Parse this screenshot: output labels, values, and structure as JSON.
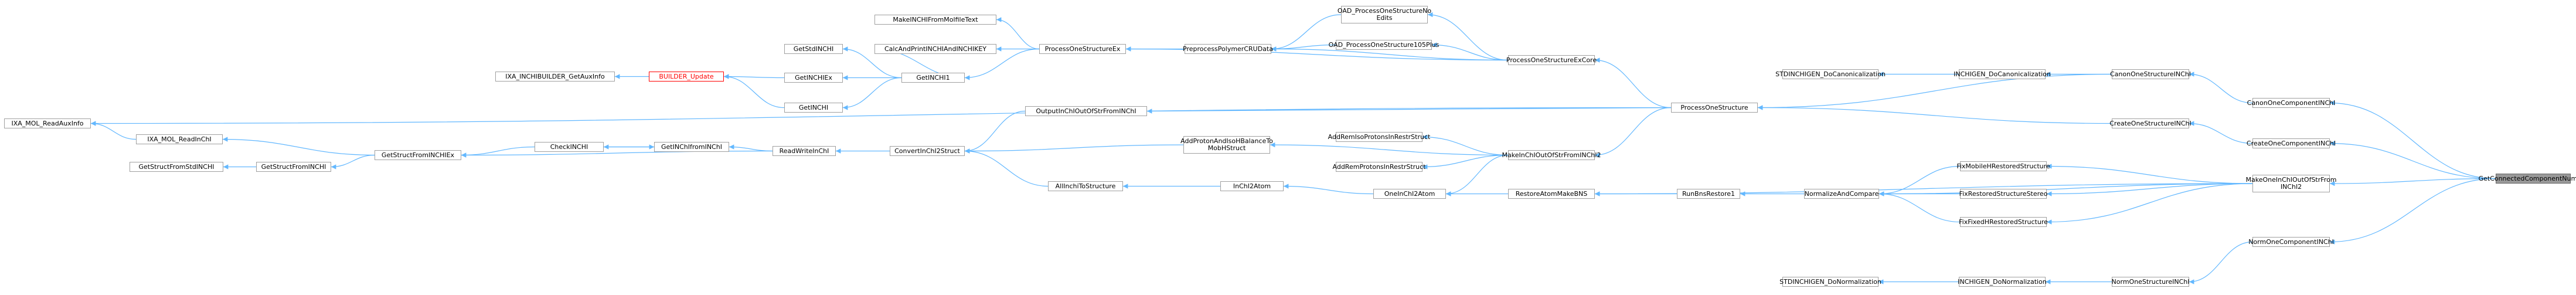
{
  "colors": {
    "edge": "#63b8ff",
    "node_border": "#a0a0a0",
    "highlight_border": "#ff0000",
    "root_fill": "#999999"
  },
  "nodes": [
    {
      "id": "getconnected",
      "label": "GetConnectedComponentNumber"
    },
    {
      "id": "canononecomponent",
      "label": "CanonOneComponentINChI"
    },
    {
      "id": "createonecomponent",
      "label": "CreateOneComponentINChI"
    },
    {
      "id": "makeoneinchicomponent",
      "label": "MakeOneInChIOutOfStrFrom\nINChI2"
    },
    {
      "id": "normonecomponent",
      "label": "NormOneComponentINChI"
    },
    {
      "id": "canononestructure",
      "label": "CanonOneStructureINChI"
    },
    {
      "id": "createonestructure",
      "label": "CreateOneStructureINChI"
    },
    {
      "id": "normonestructure",
      "label": "NormOneStructureINChI"
    },
    {
      "id": "inchigen_docanon",
      "label": "INCHIGEN_DoCanonicalization"
    },
    {
      "id": "inchigen_donorm",
      "label": "INCHIGEN_DoNormalization"
    },
    {
      "id": "stdinchigen_docanon",
      "label": "STDINCHIGEN_DoCanonicalization"
    },
    {
      "id": "stdinchigen_donorm",
      "label": "STDINCHIGEN_DoNormalization"
    },
    {
      "id": "processonestructure",
      "label": "ProcessOneStructure"
    },
    {
      "id": "processonestructureexcore",
      "label": "ProcessOneStructureExCore"
    },
    {
      "id": "fixmobile",
      "label": "FixMobileHRestoredStructure"
    },
    {
      "id": "fixrestored",
      "label": "FixRestoredStructureStereo"
    },
    {
      "id": "fixfixed",
      "label": "FixFixedHRestoredStructure"
    },
    {
      "id": "normalizeandcompare",
      "label": "NormalizeAndCompare"
    },
    {
      "id": "runbnsrestore",
      "label": "RunBnsRestore1"
    },
    {
      "id": "restoreatom",
      "label": "RestoreAtomMakeBNS"
    },
    {
      "id": "oneinchi2atom",
      "label": "OneInChI2Atom"
    },
    {
      "id": "inchi2atom",
      "label": "InChI2Atom"
    },
    {
      "id": "allinchitostructure",
      "label": "AllInchiToStructure"
    },
    {
      "id": "makeinchioutofstr",
      "label": "MakeInChIOutOfStrFromINChI2"
    },
    {
      "id": "addremprotons",
      "label": "AddRemProtonsInRestrStruct"
    },
    {
      "id": "addremisoprotons",
      "label": "AddRemIsoProtonsInRestrStruct"
    },
    {
      "id": "addprotons",
      "label": "AddProtonAndIsoHBalanceTo\nMobHStruct"
    },
    {
      "id": "outputinchi",
      "label": "OutputInChIOutOfStrFromINChI"
    },
    {
      "id": "convertinchi2struct",
      "label": "ConvertInChI2Struct"
    },
    {
      "id": "readwriteinchi",
      "label": "ReadWriteInChI"
    },
    {
      "id": "getinchifrominchi",
      "label": "GetINChIfromINChI"
    },
    {
      "id": "checkinchi",
      "label": "CheckINCHI"
    },
    {
      "id": "getstructfrominchiex",
      "label": "GetStructFromINCHIEx"
    },
    {
      "id": "getstructfrominchi",
      "label": "GetStructFromINCHI"
    },
    {
      "id": "getstructfromstdinchi",
      "label": "GetStructFromStdINCHI"
    },
    {
      "id": "ixa_readinchi",
      "label": "IXA_MOL_ReadInChI"
    },
    {
      "id": "ixa_readauxinfo",
      "label": "IXA_MOL_ReadAuxInfo"
    },
    {
      "id": "processonestructureex",
      "label": "ProcessOneStructureEx"
    },
    {
      "id": "preprocesspolymer",
      "label": "PreprocessPolymerCRUData"
    },
    {
      "id": "oad_processonestructure",
      "label": "OAD_ProcessOneStructureNo\nEdits"
    },
    {
      "id": "oad_processonestructure105",
      "label": "OAD_ProcessOneStructure105Plus"
    },
    {
      "id": "makeinchifrommolfile",
      "label": "MakeINCHIFromMolfileText"
    },
    {
      "id": "calcandprint",
      "label": "CalcAndPrintINCHIAndINCHIKEY"
    },
    {
      "id": "getstdinchi",
      "label": "GetStdINCHI"
    },
    {
      "id": "getinchi1",
      "label": "GetINCHI1"
    },
    {
      "id": "getinchiex",
      "label": "GetINCHIEx"
    },
    {
      "id": "getinchi",
      "label": "GetINCHI"
    },
    {
      "id": "builder_update",
      "label": "BUILDER_Update"
    },
    {
      "id": "ixa_builder_getauxinfo",
      "label": "IXA_INCHIBUILDER_GetAuxInfo"
    }
  ],
  "edges": [
    [
      "canononecomponent",
      "getconnected"
    ],
    [
      "createonecomponent",
      "getconnected"
    ],
    [
      "makeoneinchicomponent",
      "getconnected"
    ],
    [
      "normonecomponent",
      "getconnected"
    ],
    [
      "canononestructure",
      "canononecomponent"
    ],
    [
      "createonestructure",
      "createonecomponent"
    ],
    [
      "normonestructure",
      "normonecomponent"
    ],
    [
      "inchigen_docanon",
      "canononestructure"
    ],
    [
      "inchigen_donorm",
      "normonestructure"
    ],
    [
      "stdinchigen_docanon",
      "inchigen_docanon"
    ],
    [
      "stdinchigen_donorm",
      "inchigen_donorm"
    ],
    [
      "processonestructure",
      "canononestructure"
    ],
    [
      "processonestructure",
      "createonestructure"
    ],
    [
      "processonestructureexcore",
      "processonestructure"
    ],
    [
      "fixmobile",
      "makeoneinchicomponent"
    ],
    [
      "fixrestored",
      "makeoneinchicomponent"
    ],
    [
      "fixfixed",
      "makeoneinchicomponent"
    ],
    [
      "normalizeandcompare",
      "makeoneinchicomponent"
    ],
    [
      "normalizeandcompare",
      "fixmobile"
    ],
    [
      "normalizeandcompare",
      "fixrestored"
    ],
    [
      "normalizeandcompare",
      "fixfixed"
    ],
    [
      "restoreatom",
      "makeoneinchicomponent"
    ],
    [
      "runbnsrestore",
      "normalizeandcompare"
    ],
    [
      "restoreatom",
      "runbnsrestore"
    ],
    [
      "oneinchi2atom",
      "restoreatom"
    ],
    [
      "inchi2atom",
      "oneinchi2atom"
    ],
    [
      "allinchitostructure",
      "inchi2atom"
    ],
    [
      "convertinchi2struct",
      "allinchitostructure"
    ],
    [
      "makeinchioutofstr",
      "processonestructure"
    ],
    [
      "addremprotons",
      "makeinchioutofstr"
    ],
    [
      "addremisoprotons",
      "makeinchioutofstr"
    ],
    [
      "addprotons",
      "makeinchioutofstr"
    ],
    [
      "convertinchi2struct",
      "addprotons"
    ],
    [
      "oneinchi2atom",
      "makeinchioutofstr"
    ],
    [
      "outputinchi",
      "processonestructure"
    ],
    [
      "convertinchi2struct",
      "outputinchi"
    ],
    [
      "readwriteinchi",
      "convertinchi2struct"
    ],
    [
      "getinchifrominchi",
      "readwriteinchi"
    ],
    [
      "checkinchi",
      "getinchifrominchi"
    ],
    [
      "getinchifrominchi",
      "checkinchi"
    ],
    [
      "getstructfrominchiex",
      "checkinchi"
    ],
    [
      "getstructfrominchiex",
      "readwriteinchi"
    ],
    [
      "getstructfrominchi",
      "getstructfrominchiex"
    ],
    [
      "getstructfromstdinchi",
      "getstructfrominchi"
    ],
    [
      "ixa_readinchi",
      "getstructfrominchiex"
    ],
    [
      "ixa_readauxinfo",
      "ixa_readinchi"
    ],
    [
      "ixa_readauxinfo",
      "processonestructure"
    ],
    [
      "processonestructureex",
      "processonestructureexcore"
    ],
    [
      "preprocesspolymer",
      "processonestructureexcore"
    ],
    [
      "oad_processonestructure",
      "processonestructureexcore"
    ],
    [
      "oad_processonestructure105",
      "processonestructureexcore"
    ],
    [
      "preprocesspolymer",
      "oad_processonestructure"
    ],
    [
      "preprocesspolymer",
      "oad_processonestructure105"
    ],
    [
      "processonestructureex",
      "preprocesspolymer"
    ],
    [
      "makeinchifrommolfile",
      "processonestructureex"
    ],
    [
      "calcandprint",
      "processonestructureex"
    ],
    [
      "getinchi1",
      "processonestructureex"
    ],
    [
      "getstdinchi",
      "getinchi1"
    ],
    [
      "getinchiex",
      "getinchi1"
    ],
    [
      "getinchi",
      "getinchi1"
    ],
    [
      "builder_update",
      "getinchiex"
    ],
    [
      "builder_update",
      "getinchi"
    ],
    [
      "ixa_builder_getauxinfo",
      "builder_update"
    ],
    [
      "calcandprint",
      "getinchi1"
    ]
  ]
}
